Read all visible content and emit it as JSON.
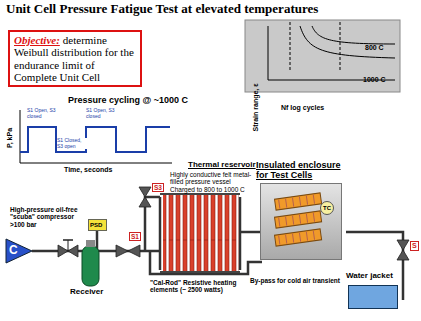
{
  "diagram": {
    "title": "Unit Cell Pressure Fatigue Test at elevated temperatures",
    "nodes": [
      {
        "text": [
          "Objective:",
          "determine Weibull distribution for the endurance limit of Complete Unit Cell"
        ]
      },
      {
        "text": [
          "Strain range, ε",
          "800 C",
          "1000 C",
          "Nf log cycles"
        ]
      },
      {
        "text": [
          "C"
        ]
      },
      {
        "text": [
          "PSD"
        ]
      },
      {
        "text": [
          "Receiver"
        ]
      },
      {
        "text": [
          "Insulated enclosure for Test Cells"
        ]
      },
      {
        "text": [
          "TC"
        ],
        "in": 5
      },
      {
        "text": [
          "Water jacket"
        ]
      }
    ],
    "labels": [
      "Pressure cycling @ ~1000 C",
      "P, kPa",
      "Time, seconds",
      "S1 Open, S3 closed",
      "S1 Closed, S3 open",
      "S1 Open, S3 closed",
      "Thermal reservoir",
      "Highly conductive felt metal-filled pressure vessel Charged to 800 to 1000 C",
      "High-pressure oil-free \"scuba\" compressor >100 bar",
      "S1",
      "S3",
      "\"Cal-Rod\" Resistive heating elements (~ 2500 watts)",
      "By-pass for cold air transient",
      "S"
    ]
  }
}
